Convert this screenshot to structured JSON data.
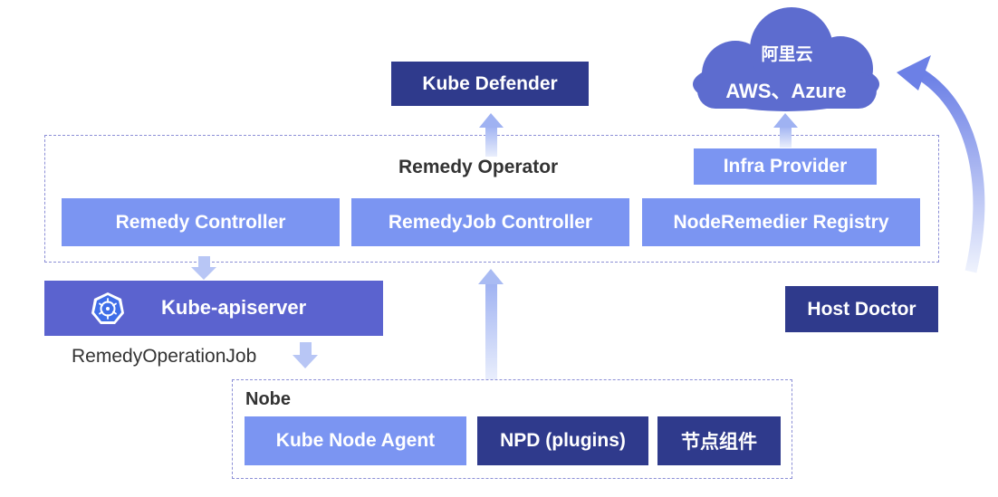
{
  "top": {
    "kube_defender": "Kube Defender",
    "cloud_line1": "阿里云",
    "cloud_line2": "AWS、Azure"
  },
  "operator": {
    "title": "Remedy Operator",
    "infra_provider": "Infra Provider",
    "remedy_controller": "Remedy Controller",
    "remedyjob_controller": "RemedyJob Controller",
    "noderemedier_registry": "NodeRemedier Registry"
  },
  "apiserver": {
    "label": "Kube-apiserver"
  },
  "host_doctor": "Host Doctor",
  "job_label": "RemedyOperationJob",
  "node": {
    "title": "Nobe",
    "kube_node_agent": "Kube Node Agent",
    "npd": "NPD (plugins)",
    "node_components": "节点组件"
  },
  "colors": {
    "light_box": "#7b95f2",
    "dark_box": "#2f3a8c",
    "apiserver": "#5b63cf",
    "dashed_border": "#8c8fd6",
    "arrow": "#b8c6f5"
  }
}
